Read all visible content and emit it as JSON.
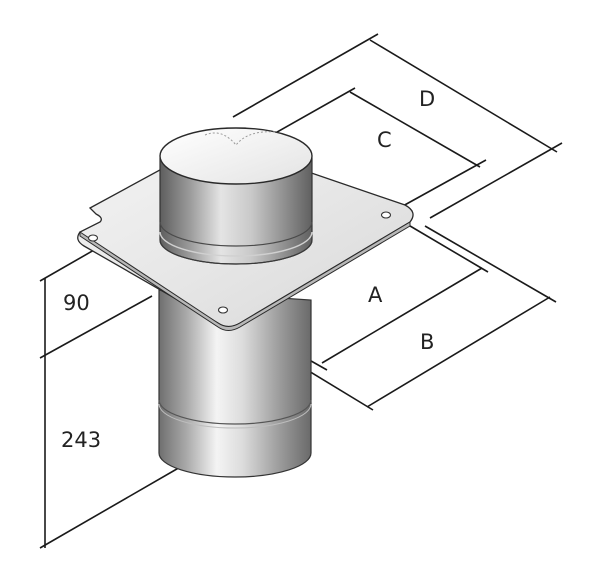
{
  "figure": {
    "dimensions": {
      "a": "A",
      "b": "B",
      "c": "C",
      "d": "D",
      "height_plate": "90",
      "height_pipe": "243"
    }
  },
  "colors": {
    "line": "#1a1a1a",
    "plate": "#e6e6e6",
    "steel_light": "#f2f2f2",
    "steel_dark": "#7a7a7a"
  }
}
